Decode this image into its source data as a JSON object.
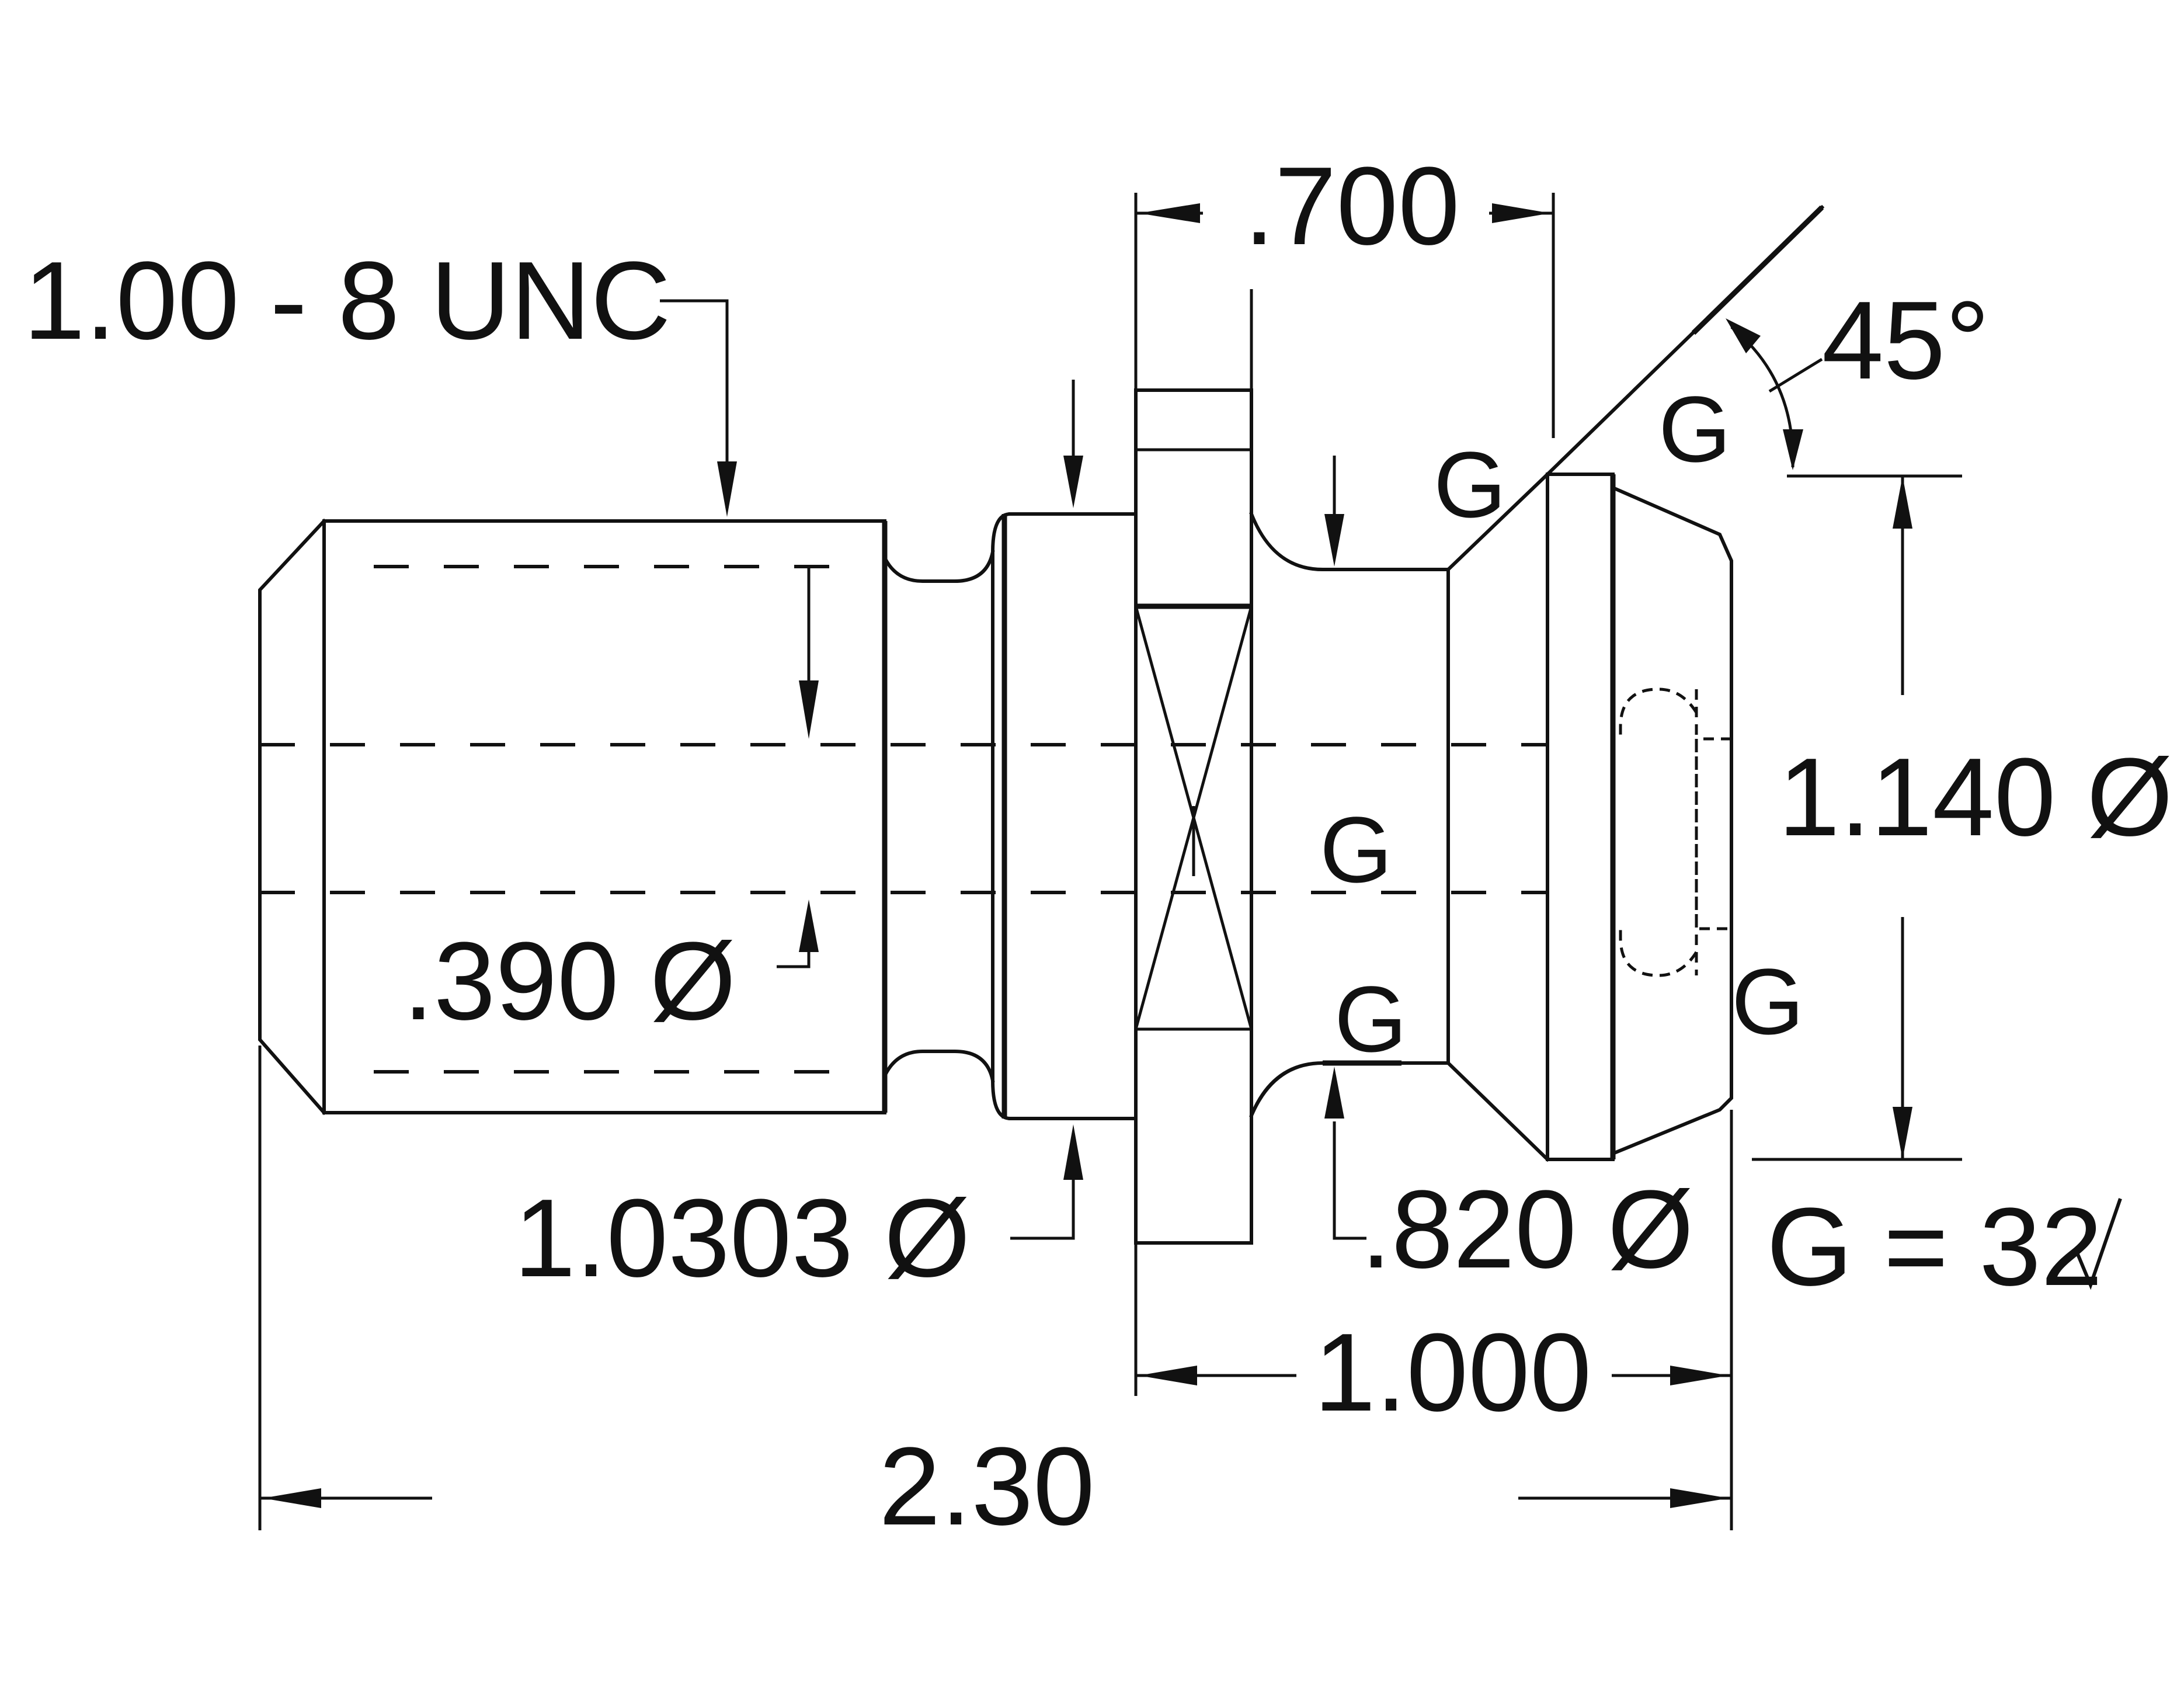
{
  "labels": {
    "thread": "1.00 - 8 UNC",
    "flange_width": ".700",
    "angle": "45°",
    "bore_dia": ".390 Ø",
    "shank_dia": "1.0303 Ø",
    "neck_dia": ".820 Ø",
    "head_dia": "1.140 Ø",
    "head_length": "1.000",
    "overall_length": "2.30",
    "finish_note": "G = 32",
    "finish_symbol": "G"
  },
  "colors": {
    "line": "#111111",
    "flange_width_text": "#1a1aff",
    "angle_text": "#1a9a1a"
  }
}
